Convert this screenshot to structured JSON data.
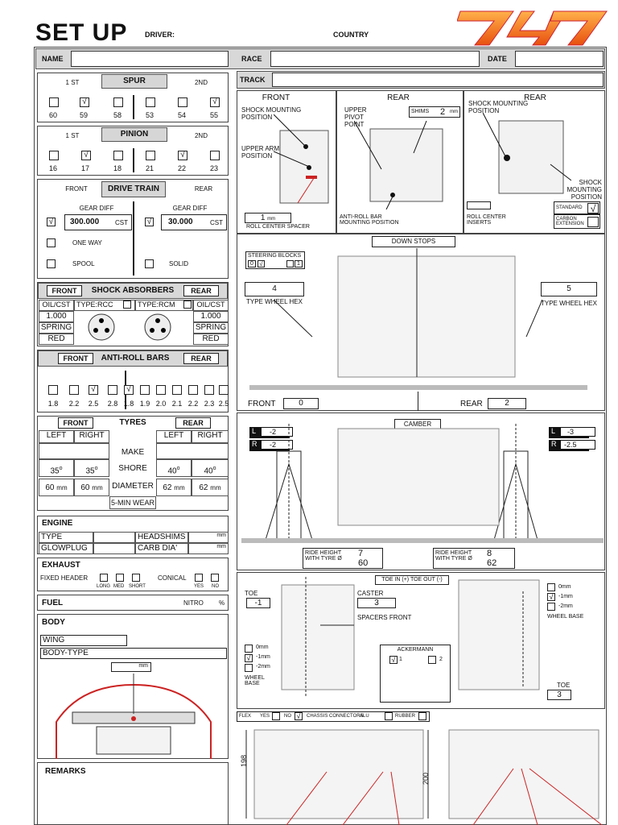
{
  "header": {
    "title": "SET UP",
    "driver_label": "DRIVER:",
    "country_label": "COUNTRY",
    "logo": "747",
    "logo_color": "#f07a1c"
  },
  "info": {
    "name": "NAME",
    "race": "RACE",
    "date": "DATE",
    "track": "TRACK"
  },
  "spur": {
    "first": "1 ST",
    "title": "SPUR",
    "second": "2ND",
    "values": [
      "60",
      "59",
      "58",
      "53",
      "54",
      "55"
    ],
    "checked": [
      1,
      5
    ],
    "check": "√"
  },
  "pinion": {
    "first": "1 ST",
    "title": "PINION",
    "second": "2ND",
    "values": [
      "16",
      "17",
      "18",
      "21",
      "22",
      "23"
    ],
    "checked": [
      1,
      4
    ]
  },
  "drivetrain": {
    "front": "FRONT",
    "title": "DRIVE TRAIN",
    "rear": "REAR",
    "gear_diff": "GEAR DIFF",
    "front_val": "300.000",
    "rear_val": "30.000",
    "cst": "CST",
    "one_way": "ONE WAY",
    "spool": "SPOOL",
    "solid": "SOLID"
  },
  "shocks": {
    "front": "FRONT",
    "title": "SHOCK ABSORBERS",
    "rear": "REAR",
    "oil": "OIL/CST",
    "type_rcc": "TYPE:RCC",
    "type_rcm": "TYPE:RCM",
    "front_oil": "1.000",
    "rear_oil": "1.000",
    "spring": "SPRING",
    "front_spring": "RED",
    "rear_spring": "RED"
  },
  "antiroll": {
    "front": "FRONT",
    "title": "ANTI-ROLL BARS",
    "rear": "REAR",
    "front_vals": [
      "1.8",
      "2.2",
      "2.5",
      "2.8"
    ],
    "rear_vals": [
      "1.8",
      "1.9",
      "2.0",
      "2.1",
      "2.2",
      "2.3",
      "2.5"
    ]
  },
  "tyres": {
    "front": "FRONT",
    "title": "TYRES",
    "rear": "REAR",
    "left": "LEFT",
    "right": "RIGHT",
    "make": "MAKE",
    "shore": "SHORE",
    "diameter": "DIAMETER",
    "wear": "5-MIN WEAR",
    "fl_shore": "35",
    "fr_shore": "35",
    "rl_shore": "40",
    "rr_shore": "40",
    "fl_dia": "60",
    "fr_dia": "60",
    "rl_dia": "62",
    "rr_dia": "62",
    "deg": "o",
    "mm": "mm"
  },
  "engine": {
    "title": "ENGINE",
    "type": "TYPE",
    "glowplug": "GLOWPLUG",
    "headshims": "HEADSHIMS",
    "carb": "CARB DIA'",
    "mm": "mm"
  },
  "exhaust": {
    "title": "EXHAUST",
    "fixed": "FIXED HEADER",
    "conical": "CONICAL",
    "long": "LONG",
    "med": "MED",
    "short": "SHORT",
    "yes": "YES",
    "no": "NO"
  },
  "fuel": {
    "title": "FUEL",
    "nitro": "NITRO",
    "pct": "%"
  },
  "body": {
    "title": "BODY",
    "wing": "WING",
    "body_type": "BODY-TYPE",
    "mm": "mm"
  },
  "remarks": {
    "title": "REMARKS"
  },
  "front_panel": {
    "title": "FRONT",
    "shock_pos": "SHOCK MOUNTING POSITION",
    "upper_arm": "UPPER ARM POSITION",
    "rc_val": "1",
    "rc_label": "ROLL CENTER SPACER",
    "mm": "mm"
  },
  "rear_panel": {
    "title": "REAR",
    "upper_pivot": "UPPER PIVOT POINT",
    "shims": "SHIMS",
    "shims_val": "2",
    "arb": "ANTI-ROLL BAR MOUNTING POSITION"
  },
  "rear2_panel": {
    "title": "REAR",
    "shock_pos": "SHOCK MOUNTING POSITION",
    "shock_pos2": "SHOCK MOUNTING POSITION",
    "rc_inserts": "ROLL CENTER INSERTS",
    "standard": "STANDARD",
    "carbon": "CARBON EXTENSION"
  },
  "downstops": {
    "title": "DOWN STOPS",
    "steering": "STEERING BLOCKS",
    "sb0": "0",
    "sb1": "1",
    "front_hex": "4",
    "rear_hex": "5",
    "hex_label": "TYPE WHEEL HEX",
    "front": "FRONT",
    "front_val": "0",
    "rear": "REAR",
    "rear_val": "2",
    "mm": "mm"
  },
  "camber": {
    "title": "CAMBER",
    "fl": "-2",
    "fr": "-2",
    "rl": "-3",
    "rr": "-2.5",
    "L": "L",
    "R": "R",
    "ride_height": "RIDE HEIGHT",
    "with_tyre": "WITH TYRE Ø",
    "f_rh": "7",
    "f_tyre": "60",
    "r_rh": "8",
    "r_tyre": "62"
  },
  "toe": {
    "title": "TOE IN (+) TOE OUT (-)",
    "toe": "TOE",
    "toe_val": "-1",
    "caster": "CASTER",
    "caster_val": "3",
    "spacers": "SPACERS FRONT",
    "wb_0": "0mm",
    "wb_1": "-1mm",
    "wb_2": "-2mm",
    "wheel_base": "WHEEL BASE",
    "wheel_base_rear": "WHEEL BASE",
    "ackermann": "ACKERMANN",
    "ack1": "1",
    "ack2": "2",
    "rear_toe": "TOE",
    "rear_toe_val": "3"
  },
  "chassis": {
    "flex": "FLEX",
    "yes": "YES",
    "no": "NO",
    "connectors": "CHASSIS CONNECTORS",
    "alu": "ALU",
    "rubber": "RUBBER",
    "left_dim": "198",
    "right_dim": "200"
  }
}
